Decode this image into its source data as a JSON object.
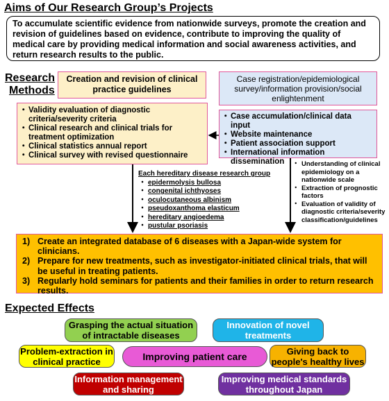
{
  "aims": {
    "heading": "Aims of Our Research Group’s Projects",
    "text": "To accumulate scientific evidence from nationwide surveys, promote the creation and revision of guidelines based on evidence, contribute to improving the quality of medical care by providing medical information and social awareness activities, and return research results to the public."
  },
  "methods": {
    "heading_line1": "Research",
    "heading_line2": "Methods",
    "guidelines_box": "Creation and revision of clinical practice guidelines",
    "guidelines_items": [
      "Validity evaluation of diagnostic criteria/severity criteria",
      "Clinical research and clinical trials for treatment optimization",
      "Clinical statistics annual report",
      "Clinical survey with revised questionnaire"
    ],
    "registration_box": "Case registration/epidemiological survey/information provision/social enlightenment",
    "registration_items": [
      "Case accumulation/clinical data input",
      "Website maintenance",
      "Patient association support",
      "International information dissemination"
    ],
    "disease_group_title": "Each hereditary disease research group",
    "diseases": [
      "epidermolysis bullosa",
      "congenital ichthyoses",
      "oculocutaneous albinism",
      "pseudoxanthoma elasticum",
      "hereditary angioedema",
      "pustular psoriasis"
    ],
    "epi_items": [
      "Understanding of clinical epidemiology on a nationwide scale",
      "Extraction of prognostic factors",
      "Evaluation of validity of diagnostic criteria/severity classification/guidelines"
    ],
    "goals": [
      {
        "num": "1)",
        "text": "Create an integrated database of 6 diseases with a Japan-wide system for clinicians."
      },
      {
        "num": "2)",
        "text": "Prepare for new treatments, such as investigator-initiated clinical trials, that will be useful in treating patients."
      },
      {
        "num": "3)",
        "text": "Regularly hold seminars for patients and their families in order to return research results."
      }
    ]
  },
  "effects": {
    "heading": "Expected Effects",
    "items": [
      "Grasping the actual situation of intractable diseases",
      "Innovation of novel treatments",
      "Problem-extraction in clinical practice",
      "Improving patient care",
      "Giving back to people's healthy lives",
      "Information management and sharing",
      "Improving medical standards throughout Japan"
    ]
  },
  "colors": {
    "cream": "#fdf0c8",
    "pink_border": "#e0579a",
    "light_blue": "#dce8f7",
    "orange": "#ffc000",
    "green": "#92d050",
    "cyan": "#1fb4e8",
    "yellow": "#ffff00",
    "magenta": "#e85ad6",
    "gold": "#f7b200",
    "red": "#c00000",
    "purple": "#7030a0"
  }
}
